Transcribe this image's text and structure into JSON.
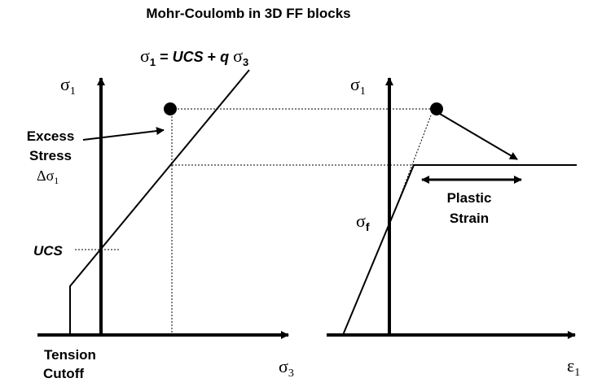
{
  "title": "Mohr-Coulomb in 3D FF blocks",
  "formula": {
    "lhs_symbol": "σ",
    "lhs_sub": "1",
    "equals": " = ",
    "ucs": "UCS",
    "plus": " + ",
    "q": "q",
    "rhs_symbol": "σ",
    "rhs_sub": "3"
  },
  "left_plot": {
    "y_axis_symbol": "σ",
    "y_axis_sub": "1",
    "x_axis_symbol": "σ",
    "x_axis_sub": "3",
    "excess_line1": "Excess",
    "excess_line2": "Stress",
    "delta_symbol": "Δσ",
    "delta_sub": "1",
    "ucs_label": "UCS",
    "tension_line1": "Tension",
    "tension_line2": "Cutoff"
  },
  "right_plot": {
    "y_axis_symbol": "σ",
    "y_axis_sub": "1",
    "x_axis_symbol": "ε",
    "x_axis_sub": "1",
    "sigma_f_symbol": "σ",
    "sigma_f_sub": "f",
    "plastic_line1": "Plastic",
    "plastic_line2": "Strain"
  },
  "colors": {
    "ink": "#000000",
    "background": "#ffffff"
  }
}
